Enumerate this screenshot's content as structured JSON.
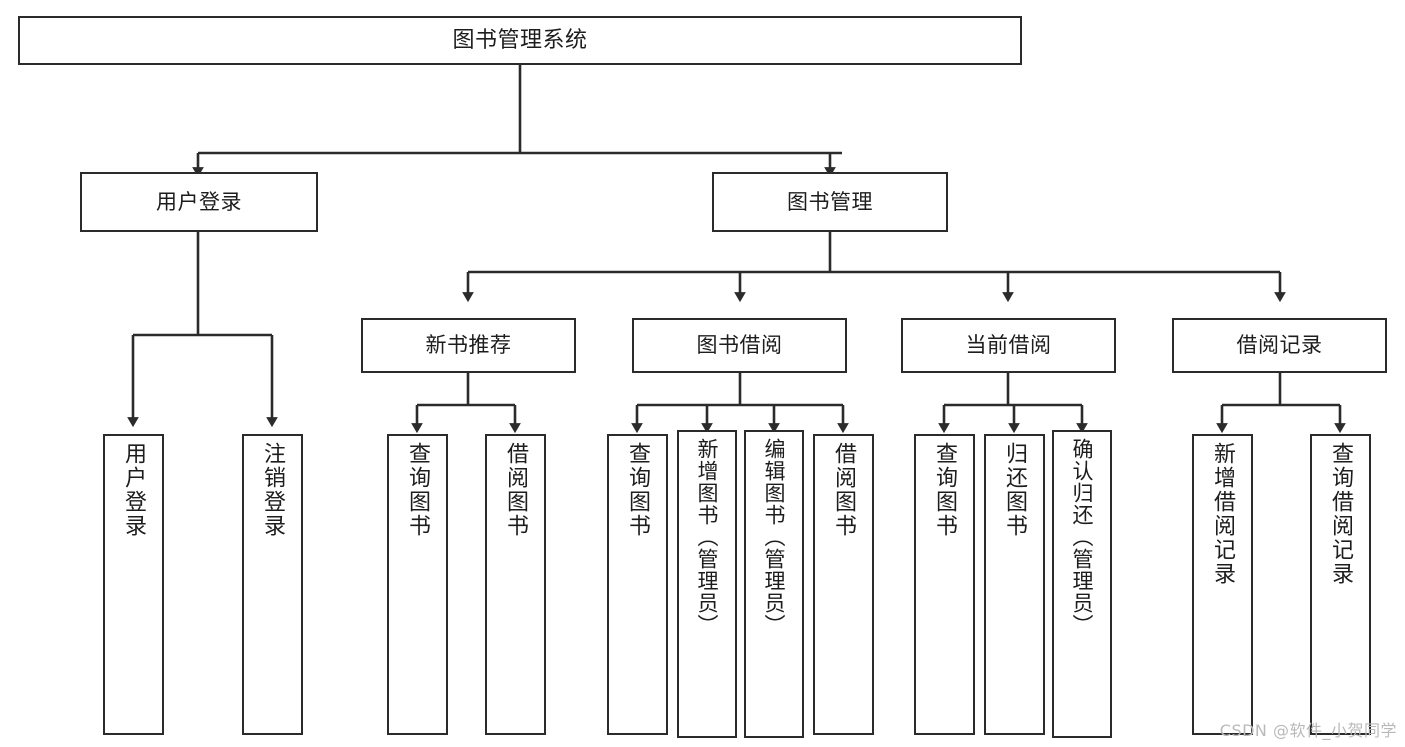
{
  "diagram": {
    "title": "图书管理系统",
    "type": "功能结构图",
    "colors": {
      "stroke": "#2b2b2b",
      "fill": "#ffffff",
      "text": "#1d1d1d",
      "watermark": "#b9b9b9"
    },
    "watermark": "CSDN @软件_小贺同学",
    "root": {
      "label": "图书管理系统"
    },
    "level2": [
      {
        "label": "用户登录"
      },
      {
        "label": "图书管理"
      }
    ],
    "level3": [
      {
        "label": "新书推荐"
      },
      {
        "label": "图书借阅"
      },
      {
        "label": "当前借阅"
      },
      {
        "label": "借阅记录"
      }
    ],
    "leaves": {
      "user_login": [
        {
          "label": "用户登录"
        },
        {
          "label": "注销登录"
        }
      ],
      "new_book_recommend": [
        {
          "label": "查询图书"
        },
        {
          "label": "借阅图书"
        }
      ],
      "book_borrow": [
        {
          "label": "查询图书"
        },
        {
          "label": "新增图书（管理员）"
        },
        {
          "label": "编辑图书（管理员）"
        },
        {
          "label": "借阅图书"
        }
      ],
      "current_borrow": [
        {
          "label": "查询图书"
        },
        {
          "label": "归还图书"
        },
        {
          "label": "确认归还（管理员）"
        }
      ],
      "borrow_record": [
        {
          "label": "新增借阅记录"
        },
        {
          "label": "查询借阅记录"
        }
      ]
    }
  }
}
